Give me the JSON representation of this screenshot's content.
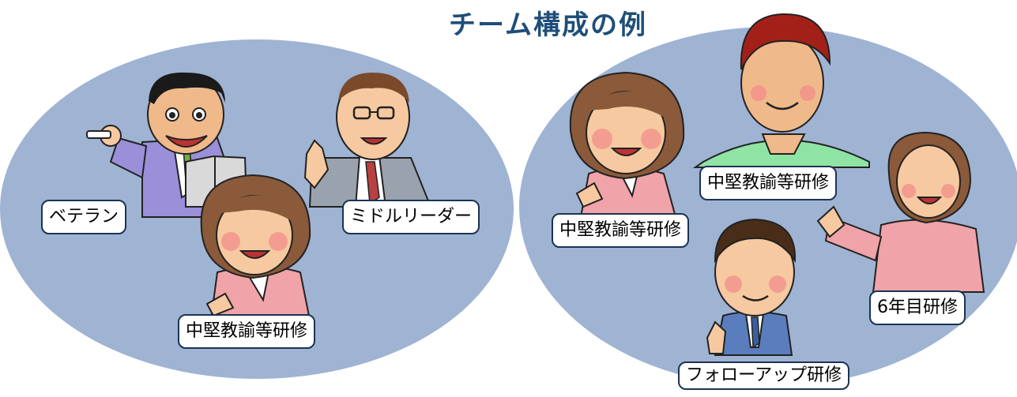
{
  "title": "チーム構成の例",
  "colors": {
    "ellipse": "#9fb3d3",
    "title": "#1f4e79",
    "label_border": "#1c3353"
  },
  "teams": [
    {
      "members": [
        {
          "role": "veteran",
          "label": "ベテラン"
        },
        {
          "role": "middle-leader",
          "label": "ミドルリーダー"
        },
        {
          "role": "mid-career",
          "label": "中堅教諭等研修"
        }
      ]
    },
    {
      "members": [
        {
          "role": "mid-career-woman",
          "label": "中堅教諭等研修"
        },
        {
          "role": "mid-career-man",
          "label": "中堅教諭等研修"
        },
        {
          "role": "sixth-year",
          "label": "6年目研修"
        },
        {
          "role": "follow-up",
          "label": "フォローアップ研修"
        }
      ]
    }
  ]
}
